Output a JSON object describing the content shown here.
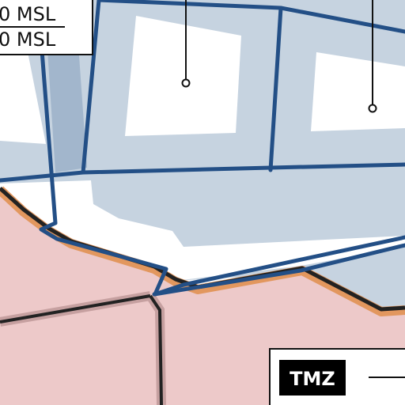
{
  "map": {
    "colors": {
      "background": "#ffffff",
      "airspace_fill": "#c6d3e0",
      "airspace_border": "#234f86",
      "restricted_fill": "#edc9c9",
      "boundary_halo": "#e2975e",
      "boundary_line": "#222222",
      "road_halo": "#c6a0a0"
    },
    "altitude_label": {
      "line1": "0 MSL",
      "line2": "0 MSL"
    },
    "legend": {
      "badge": "TMZ"
    }
  }
}
